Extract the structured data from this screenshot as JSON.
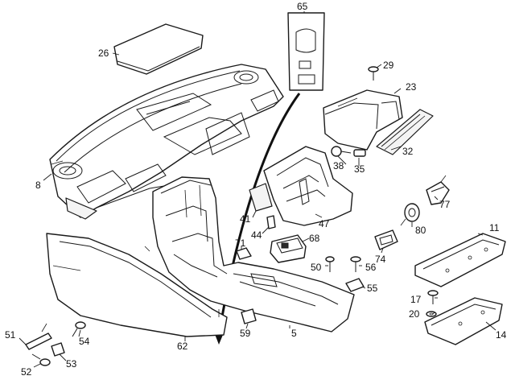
{
  "diagram": {
    "labels": {
      "p65": "65",
      "p26": "26",
      "p29": "29",
      "p23": "23",
      "p8": "8",
      "p38": "38",
      "p35": "35",
      "p32": "32",
      "p77": "77",
      "p41": "41",
      "p47": "47",
      "p44": "44",
      "p80": "80",
      "p68": "68",
      "p71": "71",
      "p11": "11",
      "p50": "50",
      "p56": "56",
      "p74": "74",
      "p55": "55",
      "p17": "17",
      "p20": "20",
      "p51": "51",
      "p54": "54",
      "p59": "59",
      "p5": "5",
      "p14": "14",
      "p62": "62",
      "p53": "53",
      "p52": "52"
    }
  }
}
